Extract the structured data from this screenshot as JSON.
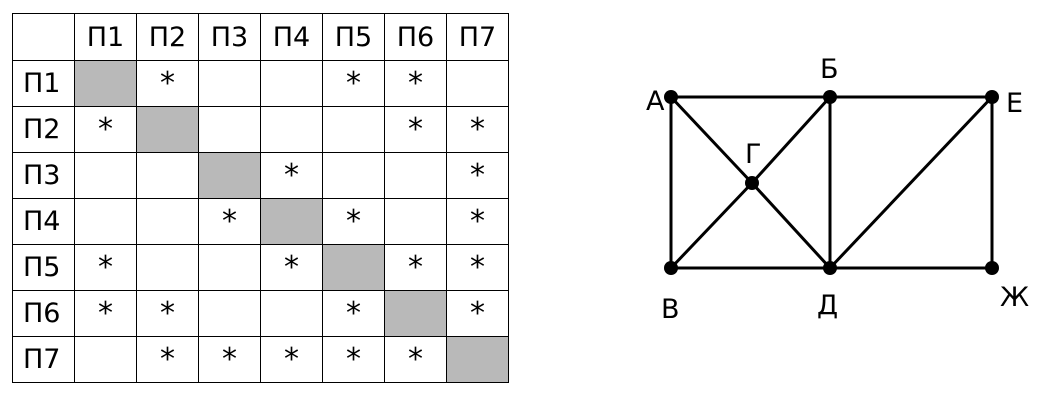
{
  "table": {
    "columns": [
      "П1",
      "П2",
      "П3",
      "П4",
      "П5",
      "П6",
      "П7"
    ],
    "rows": [
      {
        "label": "П1",
        "cells": [
          "",
          "*",
          "",
          "",
          "*",
          "*",
          ""
        ]
      },
      {
        "label": "П2",
        "cells": [
          "*",
          "",
          "",
          "",
          "",
          "*",
          "*"
        ]
      },
      {
        "label": "П3",
        "cells": [
          "",
          "",
          "",
          "*",
          "",
          "",
          "*"
        ]
      },
      {
        "label": "П4",
        "cells": [
          "",
          "",
          "*",
          "",
          "*",
          "",
          "*"
        ]
      },
      {
        "label": "П5",
        "cells": [
          "*",
          "",
          "",
          "*",
          "",
          "*",
          "*"
        ]
      },
      {
        "label": "П6",
        "cells": [
          "*",
          "*",
          "",
          "",
          "*",
          "",
          "*"
        ]
      },
      {
        "label": "П7",
        "cells": [
          "",
          "*",
          "*",
          "*",
          "*",
          "*",
          ""
        ]
      }
    ],
    "diagonal_color": "#b9b9b9"
  },
  "graph": {
    "nodes": [
      {
        "id": "A",
        "label": "А"
      },
      {
        "id": "B",
        "label": "Б"
      },
      {
        "id": "E",
        "label": "Е"
      },
      {
        "id": "G",
        "label": "Г"
      },
      {
        "id": "V",
        "label": "В"
      },
      {
        "id": "D",
        "label": "Д"
      },
      {
        "id": "Zh",
        "label": "Ж"
      }
    ],
    "edges": [
      [
        "A",
        "B"
      ],
      [
        "B",
        "E"
      ],
      [
        "A",
        "V"
      ],
      [
        "A",
        "G"
      ],
      [
        "G",
        "D"
      ],
      [
        "B",
        "G"
      ],
      [
        "G",
        "V"
      ],
      [
        "B",
        "D"
      ],
      [
        "D",
        "E"
      ],
      [
        "E",
        "Zh"
      ],
      [
        "V",
        "D"
      ],
      [
        "D",
        "Zh"
      ]
    ]
  }
}
